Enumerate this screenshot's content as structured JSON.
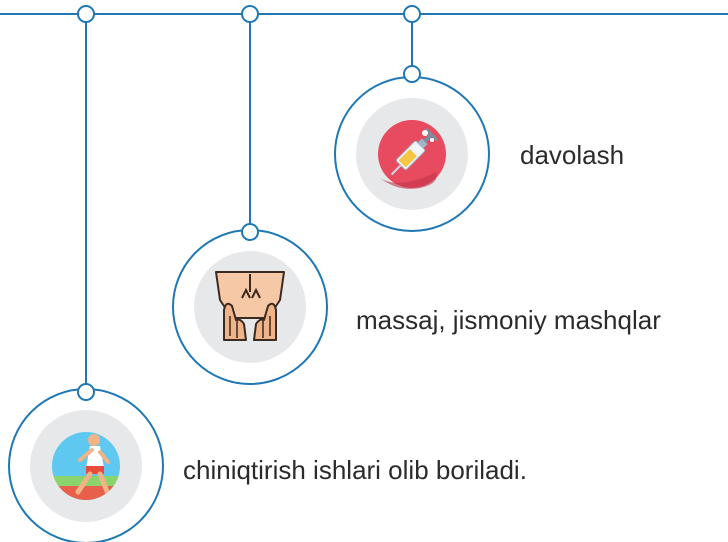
{
  "colors": {
    "line": "#1f78b4",
    "node_fill": "#ffffff",
    "disc": "#e6e8ea",
    "text": "#2b2b2b"
  },
  "items": [
    {
      "label": "davolash",
      "icon": "syringe-icon"
    },
    {
      "label": "massaj, jismoniy mashqlar",
      "icon": "massage-hands-icon"
    },
    {
      "label": "chiniqtirish ishlari olib boriladi.",
      "icon": "running-man-icon"
    }
  ]
}
